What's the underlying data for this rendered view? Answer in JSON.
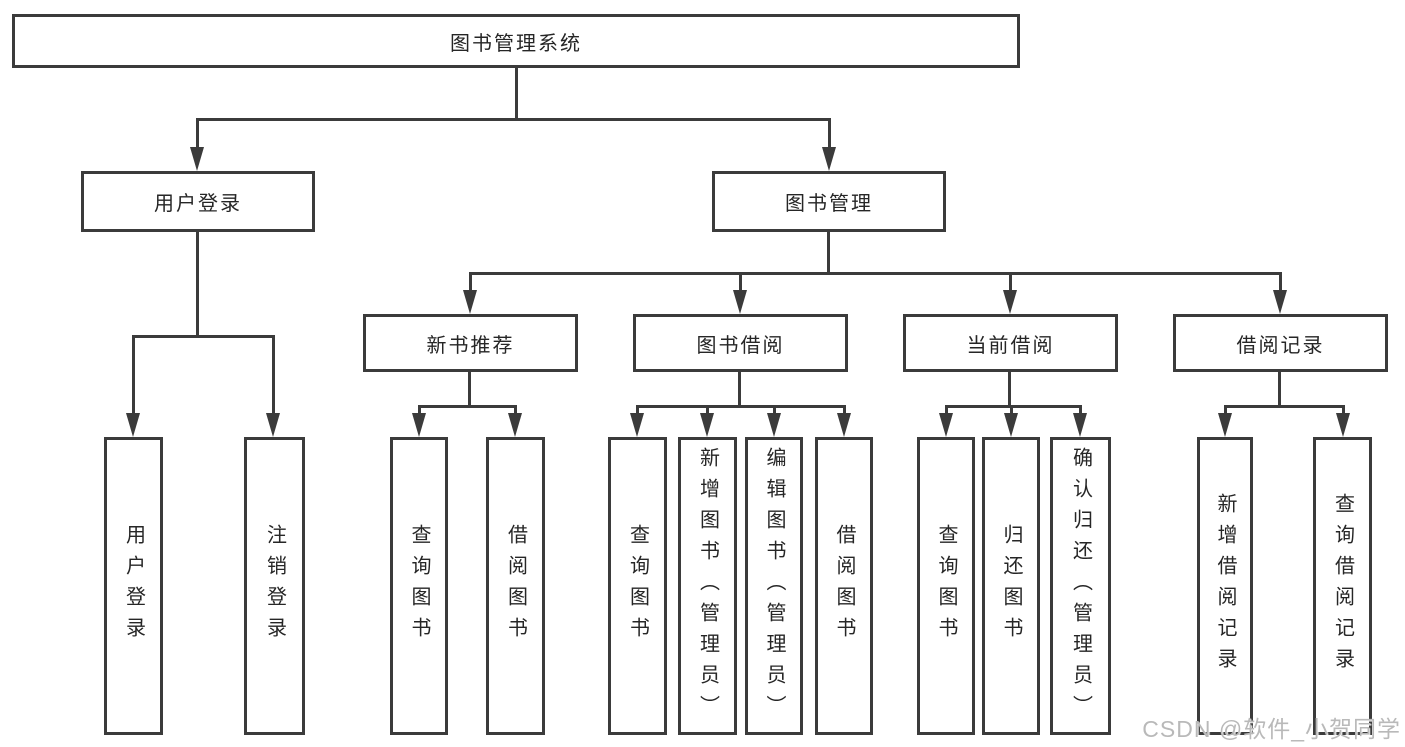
{
  "diagram_title": "图书管理系统",
  "nodes": {
    "root": "图书管理系统",
    "l2": [
      "用户登录",
      "图书管理"
    ],
    "l3": [
      "新书推荐",
      "图书借阅",
      "当前借阅",
      "借阅记录"
    ],
    "l4": [
      "用户登录",
      "注销登录",
      "查询图书",
      "借阅图书",
      "查询图书",
      "新增图书（管理员）",
      "编辑图书（管理员）",
      "借阅图书",
      "查询图书",
      "归还图书",
      "确认归还（管理员）",
      "新增借阅记录",
      "查询借阅记录"
    ]
  },
  "watermark": "CSDN @软件_小贺同学",
  "colors": {
    "line": "#3b3b3b",
    "text": "#262626",
    "background": "#ffffff",
    "watermark": "#b9b9b9"
  }
}
